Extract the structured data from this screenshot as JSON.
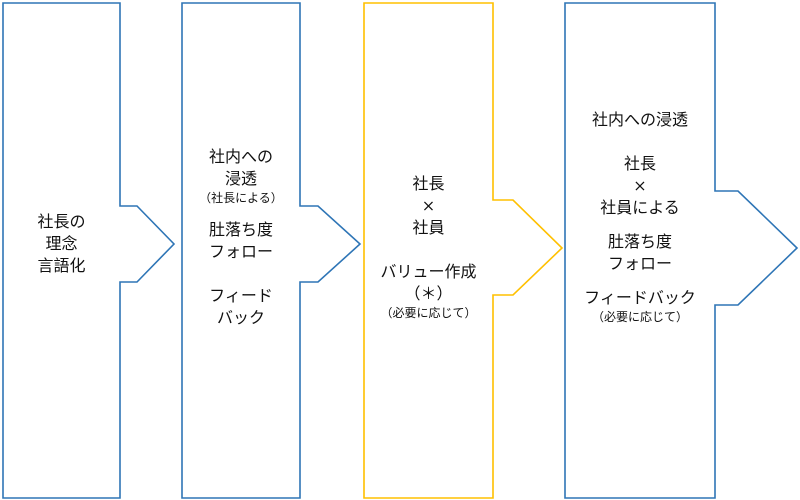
{
  "colors": {
    "blue": "#2E75B6",
    "gold": "#FFC000"
  },
  "steps": [
    {
      "color": "blue",
      "line1": "社長の",
      "line2": "理念",
      "line3": "言語化"
    },
    {
      "color": "blue",
      "line1": "社内への",
      "line2": "浸透",
      "note1": "（社長による）",
      "line3": "肚落ち度",
      "line4": "フォロー",
      "line5": "フィード",
      "line6": "バック"
    },
    {
      "color": "gold",
      "line1": "社長",
      "line2": "×",
      "line3": "社員",
      "line4": "バリュー作成",
      "line5": "（＊）",
      "note1": "（必要に応じて）"
    },
    {
      "color": "blue",
      "line1": "社内への浸透",
      "line2": "社長",
      "line3": "×",
      "line4": "社員による",
      "line5": "肚落ち度",
      "line6": "フォロー",
      "line7": "フィードバック",
      "note1": "（必要に応じて）"
    }
  ]
}
